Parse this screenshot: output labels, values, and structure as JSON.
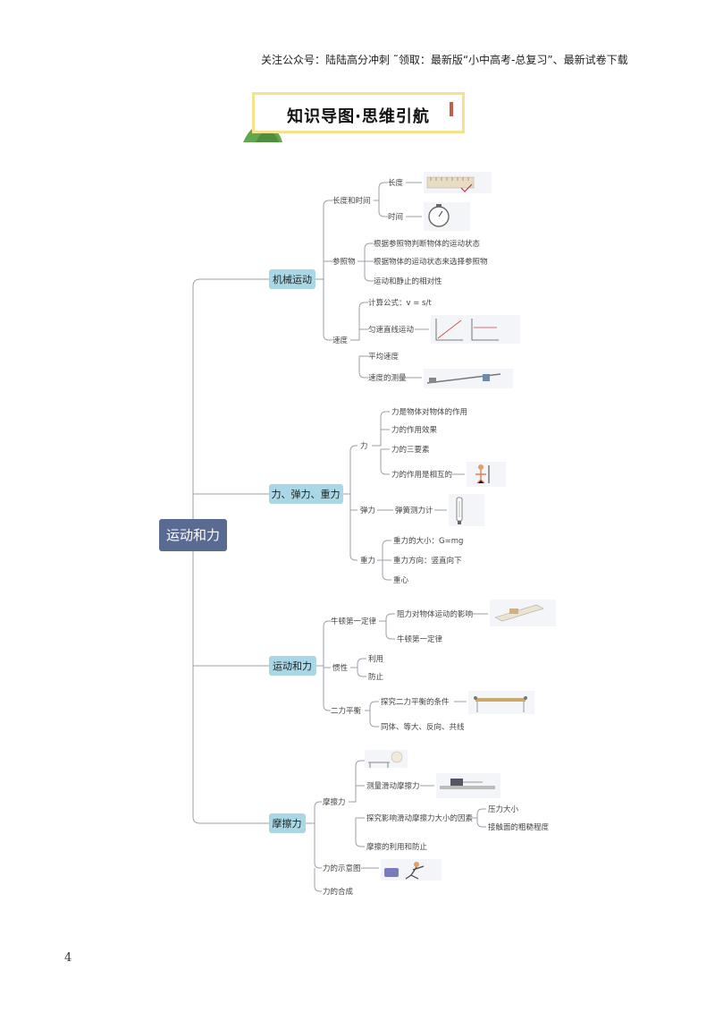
{
  "header": "关注公众号：陆陆高分冲刺  ˜领取：最新版“小中高考-总复习”、最新试卷下载",
  "banner_title": "知识导图·思维引航",
  "page_number": "4",
  "colors": {
    "root": "#5a6b93",
    "l1": "#a9d7e6",
    "line": "#9aa0a8",
    "banner_border": "#f4e28c",
    "hill": "#63a84f"
  },
  "mindmap": {
    "root": "运动和力",
    "b1": {
      "label": "机械运动",
      "c1": {
        "label": "长度和时间",
        "items": [
          "长度",
          "时间"
        ]
      },
      "c2": {
        "label": "参照物",
        "items": [
          "根据参照物判断物体的运动状态",
          "根据物体的运动状态来选择参照物",
          "运动和静止的相对性"
        ]
      },
      "c3": {
        "label": "速度",
        "formula": "计算公式：v = s/t",
        "items": [
          "匀速直线运动",
          "平均速度",
          "速度的测量"
        ]
      }
    },
    "b2": {
      "label": "力、弹力、重力",
      "c1": {
        "label": "力",
        "items": [
          "力是物体对物体的作用",
          "力的作用效果",
          "力的三要素",
          "力的作用是相互的"
        ]
      },
      "c2": {
        "label": "弹力",
        "items": [
          "弹簧测力计"
        ]
      },
      "c3": {
        "label": "重力",
        "items": [
          "重力的大小：G=mg",
          "重力方向：竖直向下",
          "重心"
        ]
      }
    },
    "b3": {
      "label": "运动和力",
      "c1": {
        "label": "牛顿第一定律",
        "items": [
          "阻力对物体运动的影响",
          "牛顿第一定律"
        ]
      },
      "c2": {
        "label": "惯性",
        "items": [
          "利用",
          "防止"
        ]
      },
      "c3": {
        "label": "二力平衡",
        "items": [
          "探究二力平衡的条件",
          "同体、等大、反向、共线"
        ]
      }
    },
    "b4": {
      "label": "摩擦力",
      "c1": {
        "label": "摩擦力",
        "items": [
          "测量滑动摩擦力",
          "探究影响滑动摩擦力大小的因素",
          "摩擦的利用和防止"
        ],
        "factors": [
          "压力大小",
          "接触面的粗糙程度"
        ]
      },
      "c2": {
        "label": "力的示意图"
      },
      "c3": {
        "label": "力的合成"
      }
    }
  }
}
